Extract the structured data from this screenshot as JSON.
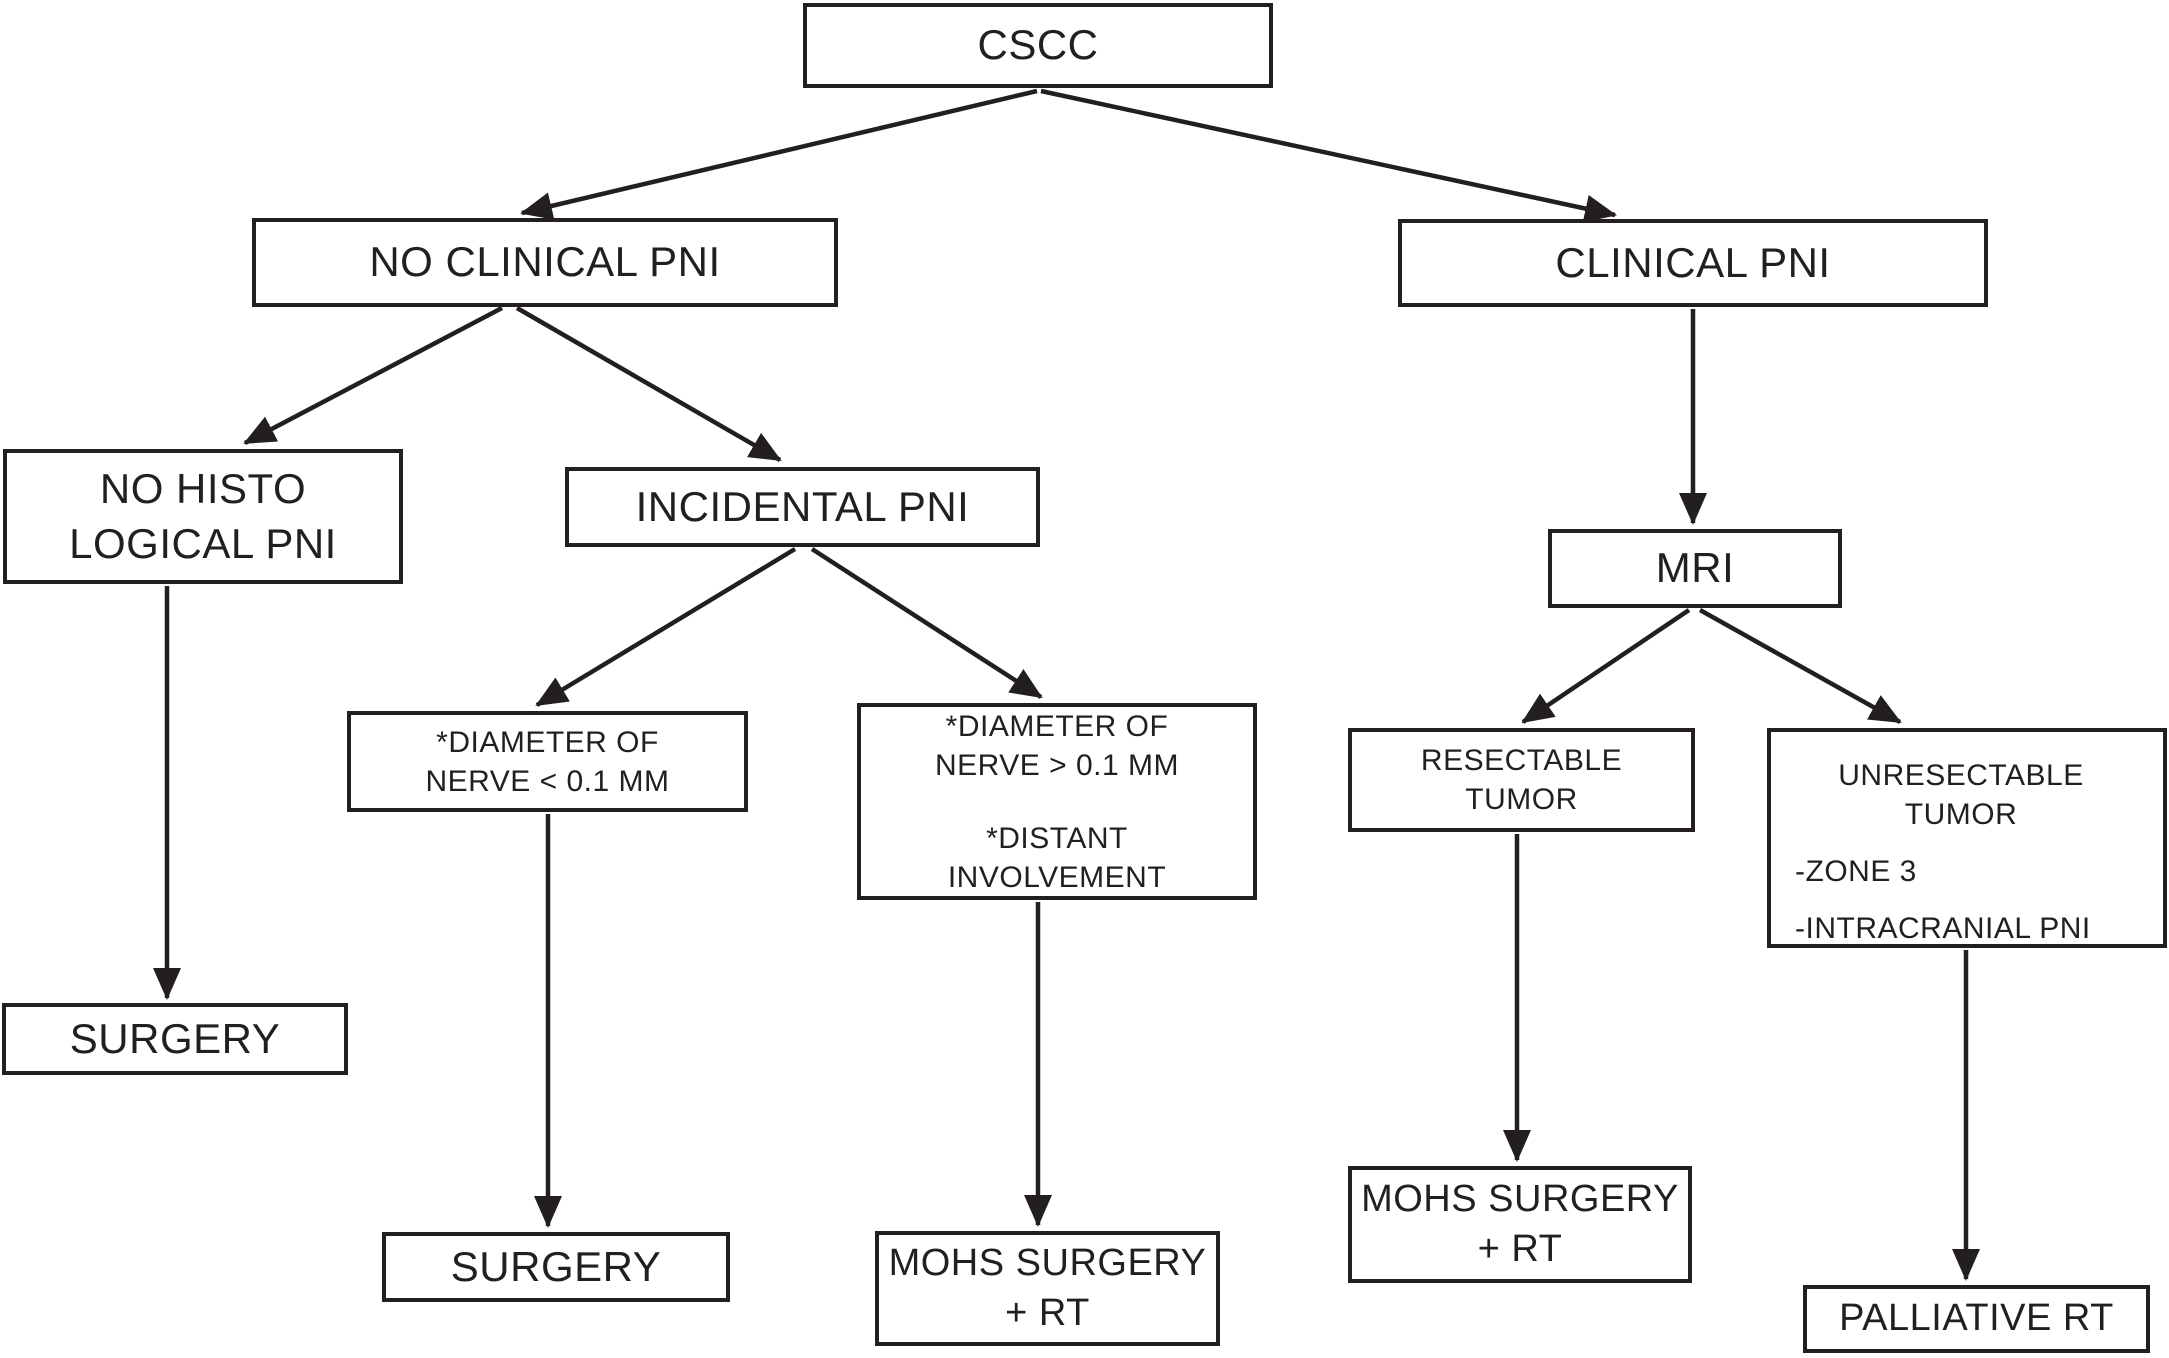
{
  "diagram": {
    "type": "flowchart",
    "colors": {
      "ink": "#231f20",
      "background": "#ffffff"
    },
    "nodes": {
      "cscc": {
        "label": "CSCC"
      },
      "no_clinical_pni": {
        "label": "NO CLINICAL PNI"
      },
      "clinical_pni": {
        "label": "CLINICAL PNI"
      },
      "no_histological_pni": {
        "line1": "NO HISTO",
        "line2": "LOGICAL PNI"
      },
      "incidental_pni": {
        "label": "INCIDENTAL PNI"
      },
      "mri": {
        "label": "MRI"
      },
      "nerve_diameter_small": {
        "line1": "*DIAMETER OF",
        "line2": "NERVE < 0.1 MM"
      },
      "nerve_diameter_large": {
        "line1": "*DIAMETER OF",
        "line2": "NERVE > 0.1 MM",
        "line3": "*DISTANT",
        "line4": "INVOLVEMENT"
      },
      "resectable_tumor": {
        "line1": "RESECTABLE",
        "line2": "TUMOR"
      },
      "unresectable_tumor": {
        "line1": "UNRESECTABLE",
        "line2": "TUMOR",
        "detail1": "-ZONE 3",
        "detail2": "-INTRACRANIAL PNI"
      },
      "surgery_after_no_histological": {
        "label": "SURGERY"
      },
      "surgery_after_small_nerve": {
        "label": "SURGERY"
      },
      "mohs_after_large_nerve": {
        "line1": "MOHS SURGERY",
        "line2": "+ RT"
      },
      "mohs_after_resectable": {
        "line1": "MOHS SURGERY",
        "line2": "+ RT"
      },
      "palliative_rt": {
        "label": "PALLIATIVE RT"
      }
    },
    "edges": [
      {
        "from": "cscc",
        "to": "no_clinical_pni"
      },
      {
        "from": "cscc",
        "to": "clinical_pni"
      },
      {
        "from": "no_clinical_pni",
        "to": "no_histological_pni"
      },
      {
        "from": "no_clinical_pni",
        "to": "incidental_pni"
      },
      {
        "from": "no_histological_pni",
        "to": "surgery_after_no_histological"
      },
      {
        "from": "incidental_pni",
        "to": "nerve_diameter_small"
      },
      {
        "from": "incidental_pni",
        "to": "nerve_diameter_large"
      },
      {
        "from": "nerve_diameter_small",
        "to": "surgery_after_small_nerve"
      },
      {
        "from": "nerve_diameter_large",
        "to": "mohs_after_large_nerve"
      },
      {
        "from": "clinical_pni",
        "to": "mri"
      },
      {
        "from": "mri",
        "to": "resectable_tumor"
      },
      {
        "from": "mri",
        "to": "unresectable_tumor"
      },
      {
        "from": "resectable_tumor",
        "to": "mohs_after_resectable"
      },
      {
        "from": "unresectable_tumor",
        "to": "palliative_rt"
      }
    ]
  }
}
